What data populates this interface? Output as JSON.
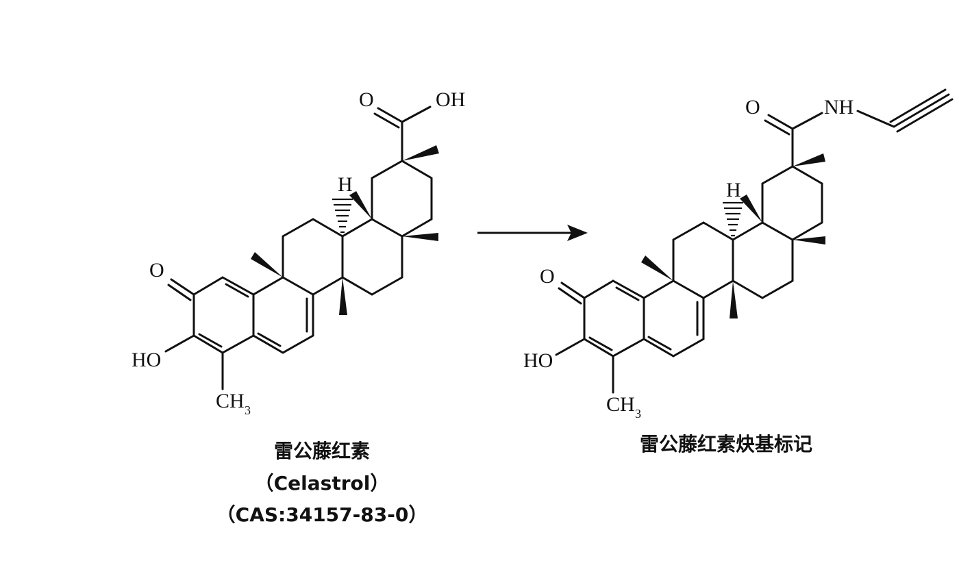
{
  "reactant": {
    "caption_zh": "雷公藤红素",
    "caption_en": "（Celastrol）",
    "caption_cas": "（CAS:34157-83-0）",
    "labels": {
      "carbonyl_o": "O",
      "acid_o": "O",
      "acid_oh": "OH",
      "stereo_h": "H",
      "hydroxyl": "HO",
      "methyl": "CH",
      "methyl_sub": "3"
    }
  },
  "product": {
    "caption_zh": "雷公藤红素炔基标记",
    "labels": {
      "carbonyl_o": "O",
      "amide_o": "O",
      "amide_nh": "NH",
      "stereo_h": "H",
      "hydroxyl": "HO",
      "methyl": "CH",
      "methyl_sub": "3"
    }
  },
  "colors": {
    "ink": "#111111",
    "background": "#ffffff"
  }
}
